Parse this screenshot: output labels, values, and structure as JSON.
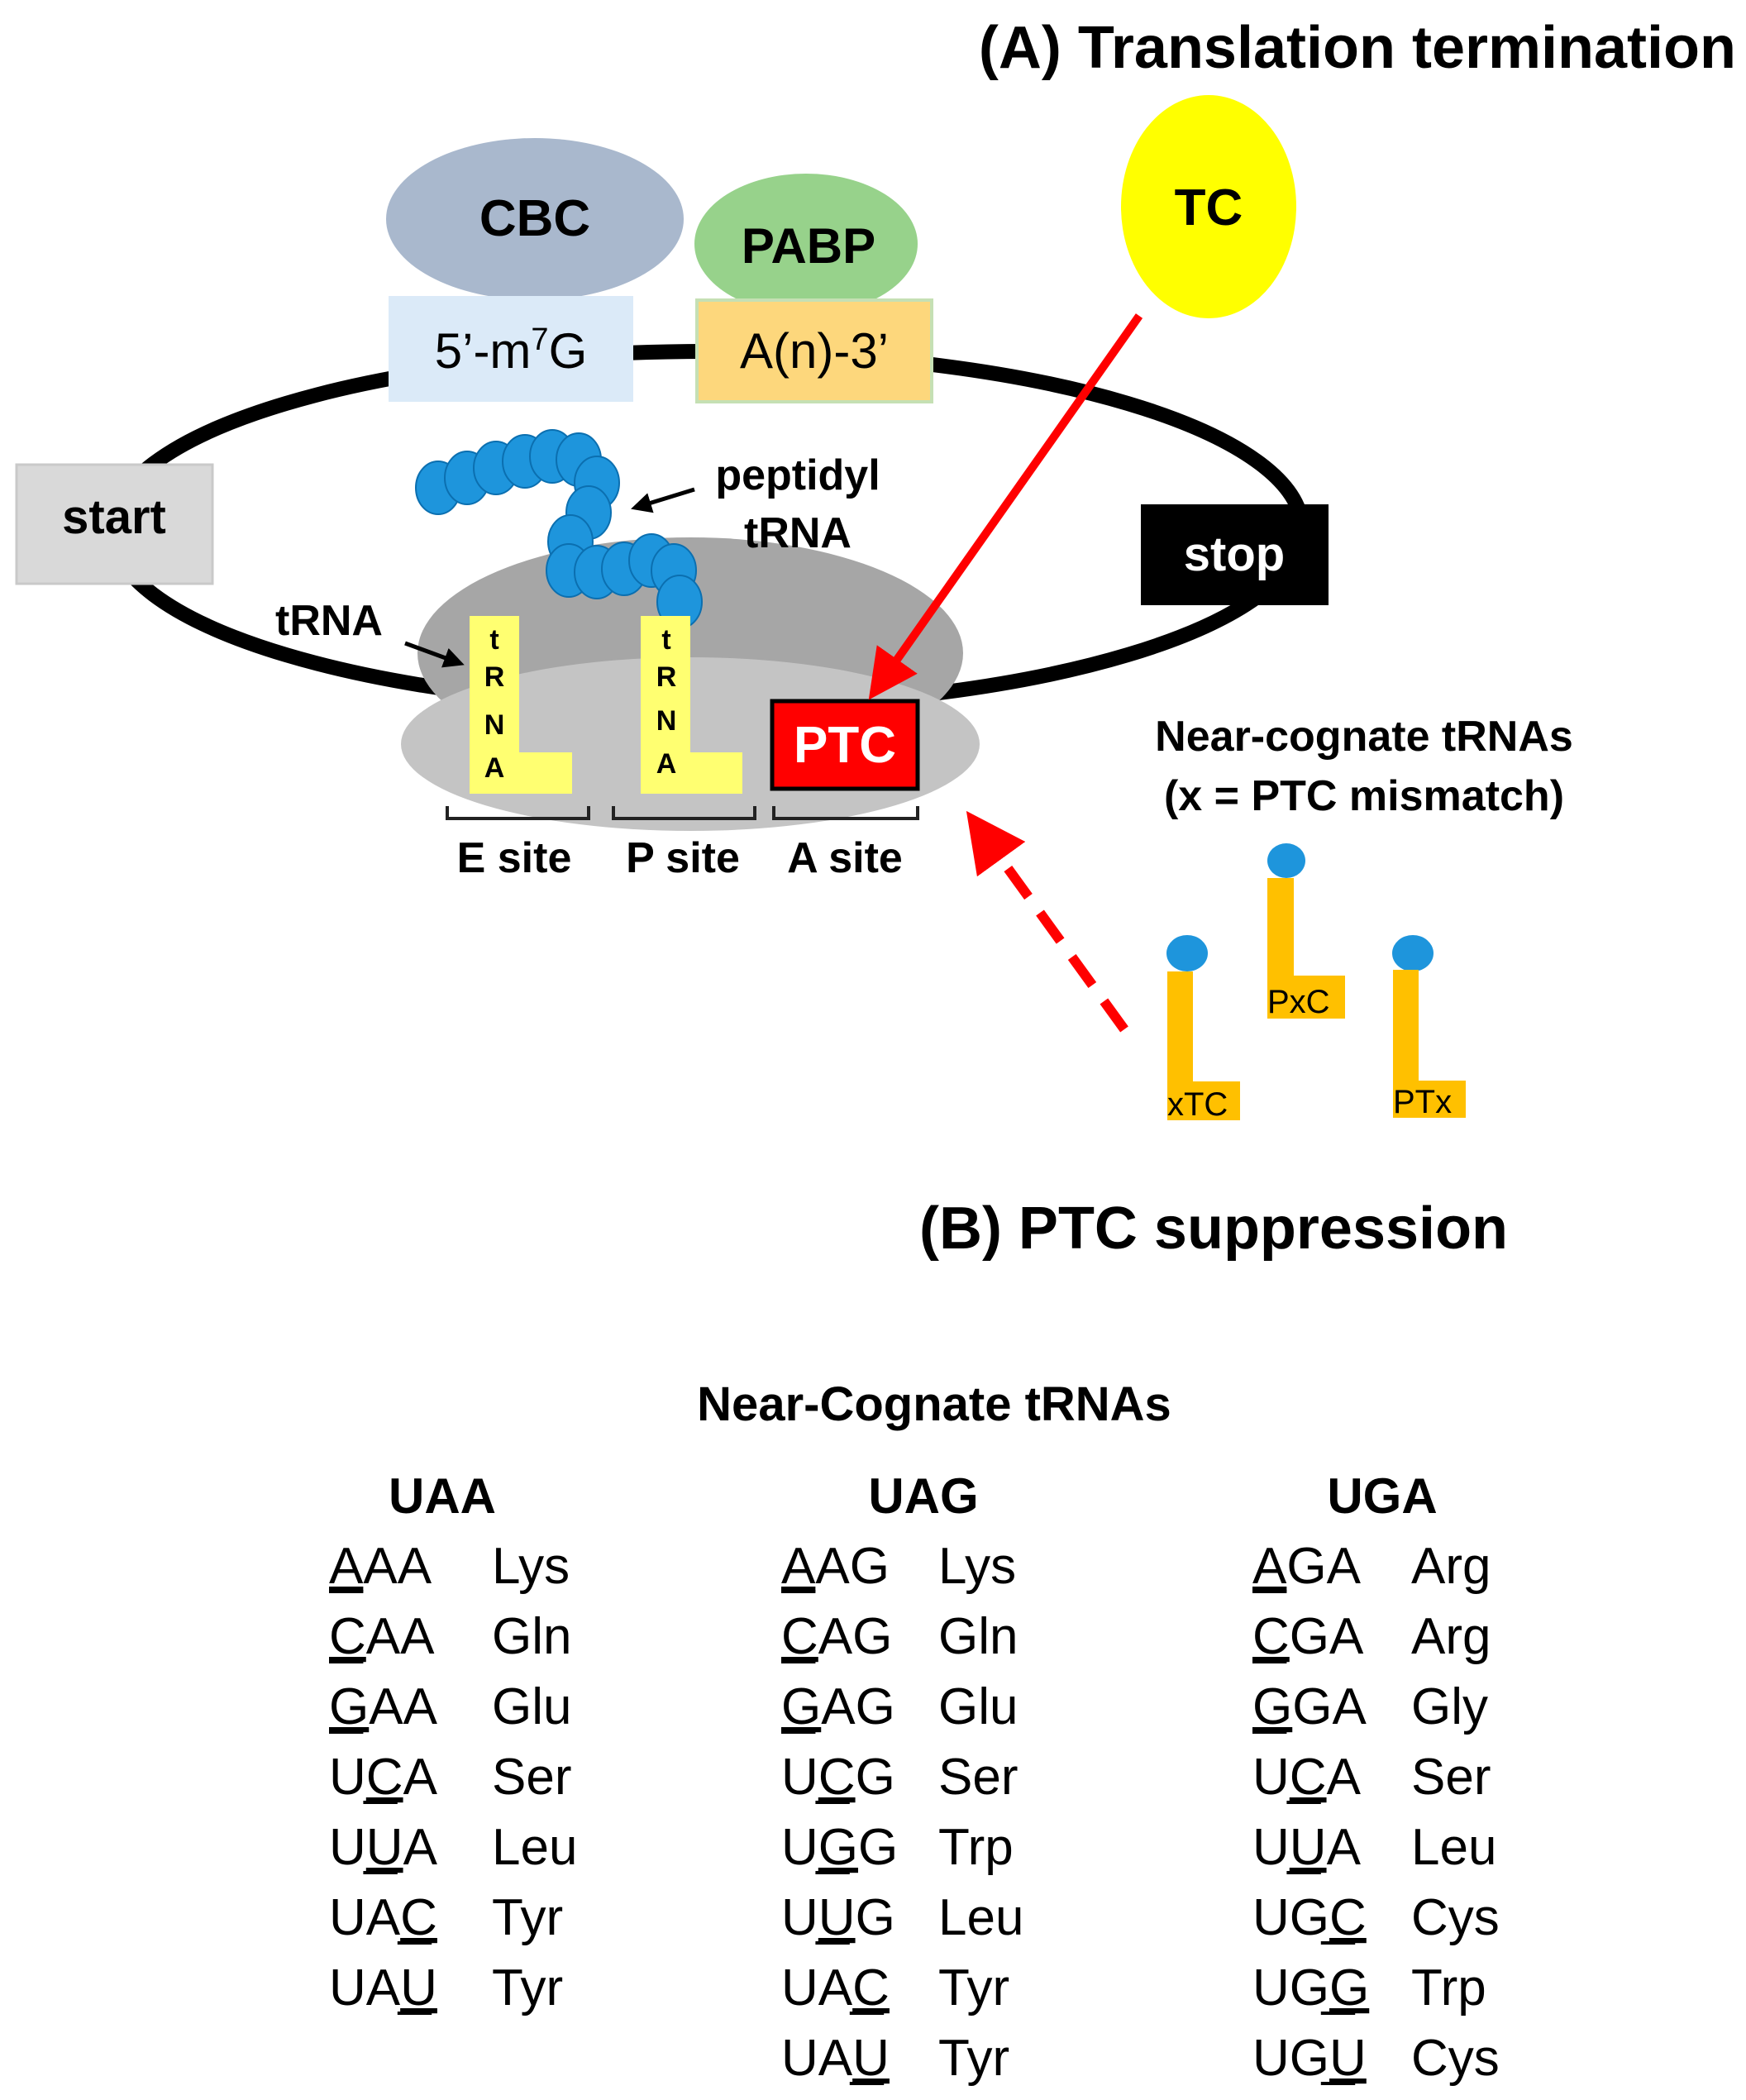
{
  "panel_a": {
    "title": "(A) Translation termination",
    "cbc": "CBC",
    "pabp": "PABP",
    "cap": "5’-m⁷G",
    "polya": "A(n)-3’",
    "tc": "TC",
    "start": "start",
    "stop": "stop",
    "peptidyl_line1": "peptidyl",
    "peptidyl_line2": "tRNA",
    "trna_label": "tRNA",
    "trna_letters": [
      "t",
      "R",
      "N",
      "A"
    ],
    "ptc": "PTC",
    "sites": [
      "E site",
      "P site",
      "A site"
    ],
    "near_cognate_line1": "Near-cognate tRNAs",
    "near_cognate_line2": "(x = PTC mismatch)",
    "near_cognate_trnas": [
      "xTC",
      "PxC",
      "PTx"
    ],
    "colors": {
      "cbc": "#a9b8cd",
      "pabp": "#97d28b",
      "cap_box": "#dbeaf8",
      "polya_box": "#fdd77c",
      "tc": "#ffff00",
      "ribosome_large": "#a6a6a6",
      "ribosome_small": "#c4c4c4",
      "trna": "#ffff71",
      "near_cognate_trna": "#ffc000",
      "amino_acid": "#1e95dc",
      "ptc": "#ff0000",
      "arrow": "#ff0000"
    }
  },
  "panel_b": {
    "title": "(B) PTC suppression",
    "table_title": "Near-Cognate tRNAs",
    "columns": [
      {
        "stop_codon": "UAA",
        "rows": [
          {
            "codon": "AAA",
            "underline_index": 0,
            "amino_acid": "Lys"
          },
          {
            "codon": "CAA",
            "underline_index": 0,
            "amino_acid": "Gln"
          },
          {
            "codon": "GAA",
            "underline_index": 0,
            "amino_acid": "Glu"
          },
          {
            "codon": "UCA",
            "underline_index": 1,
            "amino_acid": "Ser"
          },
          {
            "codon": "UUA",
            "underline_index": 1,
            "amino_acid": "Leu"
          },
          {
            "codon": "UAC",
            "underline_index": 2,
            "amino_acid": "Tyr"
          },
          {
            "codon": "UAU",
            "underline_index": 2,
            "amino_acid": "Tyr"
          }
        ]
      },
      {
        "stop_codon": "UAG",
        "rows": [
          {
            "codon": "AAG",
            "underline_index": 0,
            "amino_acid": "Lys"
          },
          {
            "codon": "CAG",
            "underline_index": 0,
            "amino_acid": "Gln"
          },
          {
            "codon": "GAG",
            "underline_index": 0,
            "amino_acid": "Glu"
          },
          {
            "codon": "UCG",
            "underline_index": 1,
            "amino_acid": "Ser"
          },
          {
            "codon": "UGG",
            "underline_index": 1,
            "amino_acid": "Trp"
          },
          {
            "codon": "UUG",
            "underline_index": 1,
            "amino_acid": "Leu"
          },
          {
            "codon": "UAC",
            "underline_index": 2,
            "amino_acid": "Tyr"
          },
          {
            "codon": "UAU",
            "underline_index": 2,
            "amino_acid": "Tyr"
          }
        ]
      },
      {
        "stop_codon": "UGA",
        "rows": [
          {
            "codon": "AGA",
            "underline_index": 0,
            "amino_acid": "Arg"
          },
          {
            "codon": "CGA",
            "underline_index": 0,
            "amino_acid": "Arg"
          },
          {
            "codon": "GGA",
            "underline_index": 0,
            "amino_acid": "Gly"
          },
          {
            "codon": "UCA",
            "underline_index": 1,
            "amino_acid": "Ser"
          },
          {
            "codon": "UUA",
            "underline_index": 1,
            "amino_acid": "Leu"
          },
          {
            "codon": "UGC",
            "underline_index": 2,
            "amino_acid": "Cys"
          },
          {
            "codon": "UGG",
            "underline_index": 2,
            "amino_acid": "Trp"
          },
          {
            "codon": "UGU",
            "underline_index": 2,
            "amino_acid": "Cys"
          }
        ]
      }
    ]
  }
}
